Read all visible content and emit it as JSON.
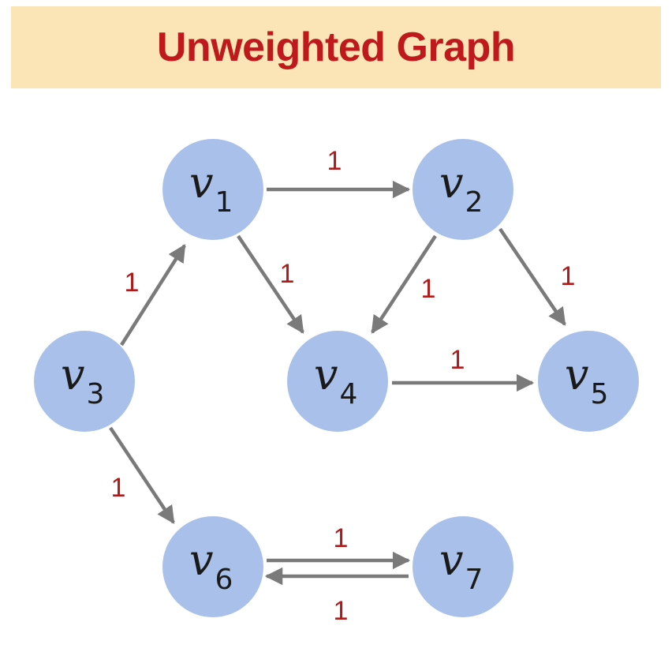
{
  "title": "Unweighted Graph",
  "colors": {
    "title_text": "#c0191c",
    "title_banner": "#fbe5b6",
    "node_fill": "#a9c1ea",
    "edge": "#7a7a7a",
    "weight": "#b01a1a"
  },
  "nodes": [
    {
      "id": "v1",
      "letter": "v",
      "index": "1"
    },
    {
      "id": "v2",
      "letter": "v",
      "index": "2"
    },
    {
      "id": "v3",
      "letter": "v",
      "index": "3"
    },
    {
      "id": "v4",
      "letter": "v",
      "index": "4"
    },
    {
      "id": "v5",
      "letter": "v",
      "index": "5"
    },
    {
      "id": "v6",
      "letter": "v",
      "index": "6"
    },
    {
      "id": "v7",
      "letter": "v",
      "index": "7"
    }
  ],
  "edges": [
    {
      "from": "v1",
      "to": "v2",
      "weight": "1"
    },
    {
      "from": "v3",
      "to": "v1",
      "weight": "1"
    },
    {
      "from": "v1",
      "to": "v4",
      "weight": "1"
    },
    {
      "from": "v2",
      "to": "v4",
      "weight": "1"
    },
    {
      "from": "v2",
      "to": "v5",
      "weight": "1"
    },
    {
      "from": "v4",
      "to": "v5",
      "weight": "1"
    },
    {
      "from": "v3",
      "to": "v6",
      "weight": "1"
    },
    {
      "from": "v6",
      "to": "v7",
      "weight": "1"
    },
    {
      "from": "v7",
      "to": "v6",
      "weight": "1"
    }
  ]
}
